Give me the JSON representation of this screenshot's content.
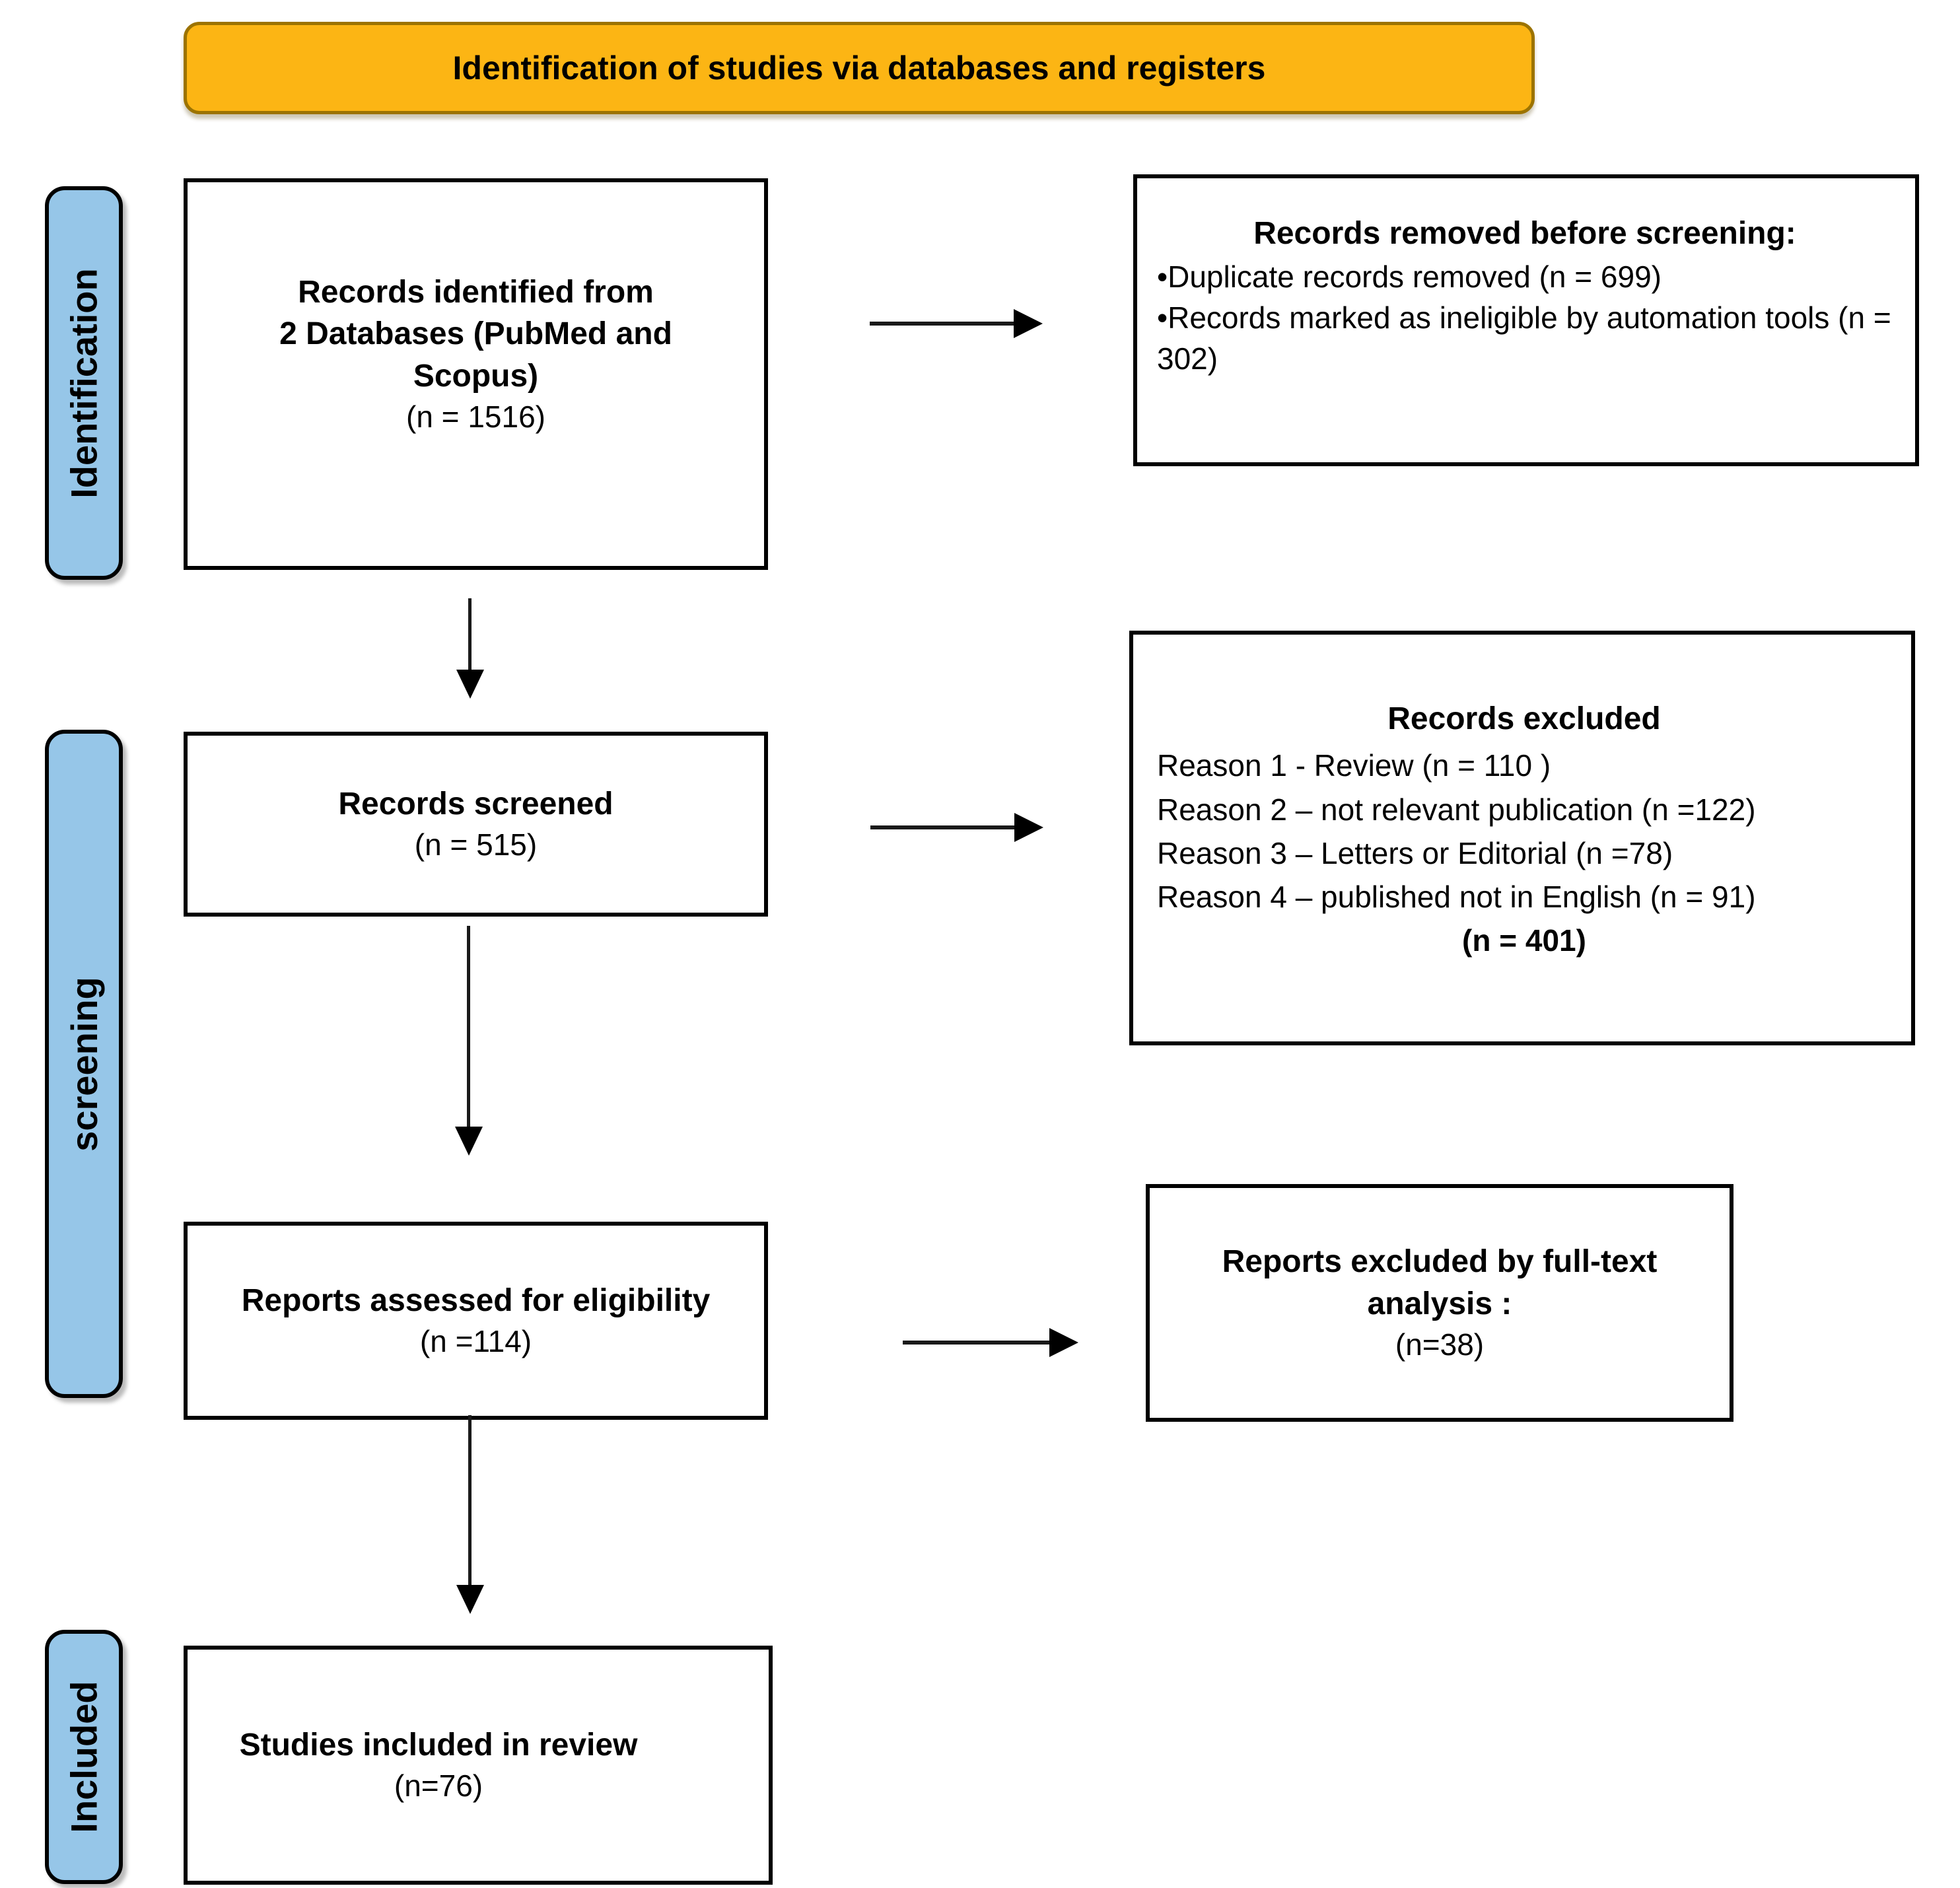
{
  "banner": {
    "title": "Identification of studies via databases and registers"
  },
  "sidebar": {
    "stages": [
      {
        "id": "identification",
        "label": "Identification"
      },
      {
        "id": "screening",
        "label": "screening"
      },
      {
        "id": "included",
        "label": "Included"
      }
    ]
  },
  "flow": {
    "records_identified": {
      "title_lines": [
        "Records identified from",
        "2 Databases (PubMed and",
        "Scopus)"
      ],
      "count": "(n = 1516)"
    },
    "records_removed": {
      "title": "Records removed before screening:",
      "bullets": [
        "•Duplicate records removed (n = 699)",
        "•Records marked as ineligible by automation tools (n = 302)"
      ]
    },
    "records_screened": {
      "title": "Records screened",
      "count": "(n = 515)"
    },
    "records_excluded": {
      "title": "Records excluded",
      "reasons": [
        "Reason 1 - Review (n = 110 )",
        "Reason 2 – not relevant publication (n =122)",
        "Reason 3 – Letters or Editorial (n =78)",
        "Reason 4 – published not in English (n = 91)"
      ],
      "total": "(n = 401)"
    },
    "reports_assessed": {
      "title": "Reports assessed for eligibility",
      "count": "(n =114)"
    },
    "reports_excluded": {
      "title_lines": [
        "Reports excluded by full-text",
        "analysis :"
      ],
      "count": "(n=38)"
    },
    "studies_included": {
      "title": "Studies included in review",
      "count": "(n=76)"
    }
  },
  "colors": {
    "banner_fill": "#FCB514",
    "banner_border": "#9C7300",
    "stage_fill": "#96C6E8",
    "box_border": "#000000",
    "arrow_color": "#1a1a1a"
  }
}
